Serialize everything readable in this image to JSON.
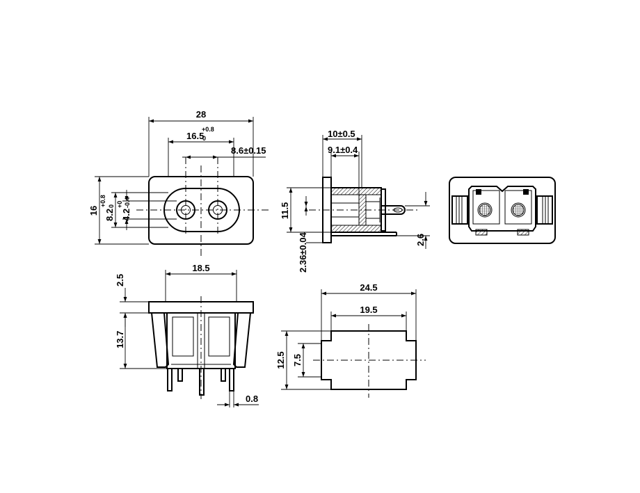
{
  "dimensions": {
    "front_width": "28",
    "pin_spacing_base": "16.5",
    "pin_spacing_upper": "+0.8",
    "pin_spacing_lower": "0",
    "pin_offset": "8.6±0.15",
    "front_height": "16",
    "inner_height_base": "8.2",
    "inner_height_upper": "+0.8",
    "inner_height_lower": "0",
    "pin_diameter_base": "4.2",
    "pin_diameter_upper": "+0",
    "pin_diameter_lower": "-0.4",
    "side_depth_outer": "10±0.5",
    "side_depth_inner": "9.1±0.4",
    "side_height": "11.5",
    "flange_thickness": "2.36±0.04",
    "tab_offset": "2.6",
    "bottom_width": "18.5",
    "bottom_flange": "2.5",
    "bottom_height": "13.7",
    "pin_thickness": "0.8",
    "cutout_width": "24.5",
    "cutout_inner_width": "19.5",
    "cutout_height": "12.5",
    "cutout_inner_height": "7.5"
  }
}
